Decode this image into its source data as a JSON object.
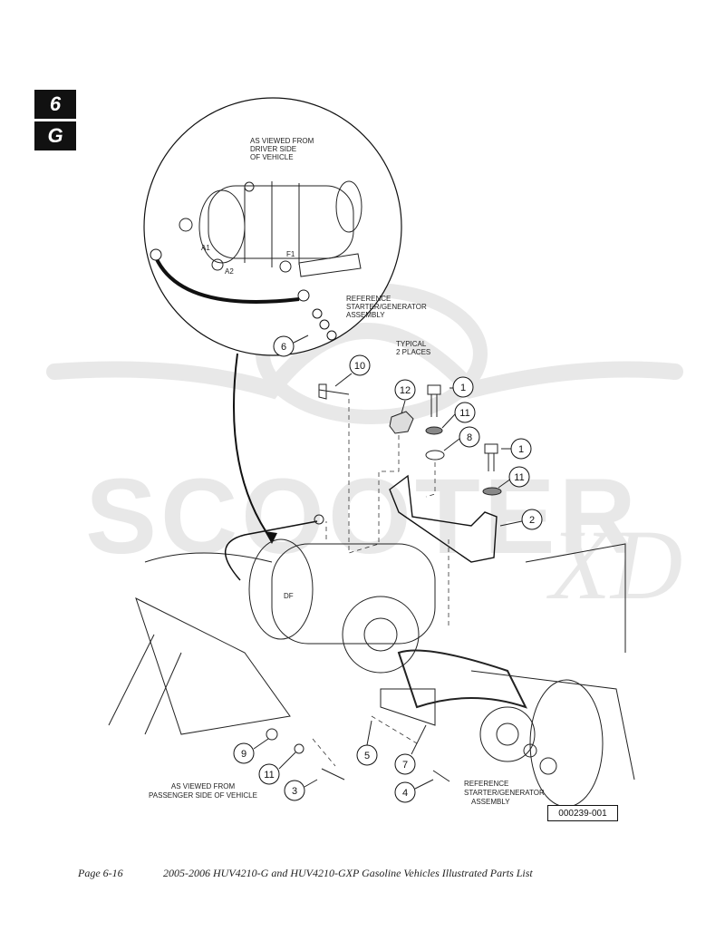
{
  "section_tabs": {
    "number": "6",
    "letter": "G"
  },
  "detail_view": {
    "caption_lines": [
      "AS VIEWED FROM",
      "DRIVER SIDE",
      "OF VEHICLE"
    ],
    "terminals": [
      "A1",
      "A2",
      "F1"
    ],
    "reference_lines": [
      "REFERENCE",
      "STARTER/GENERATOR",
      "ASSEMBLY"
    ]
  },
  "typical_note": [
    "TYPICAL",
    "2 PLACES"
  ],
  "main_view": {
    "terminals": [
      "DF"
    ],
    "caption_lines": [
      "AS VIEWED FROM",
      "PASSENGER SIDE OF VEHICLE"
    ],
    "reference_lines": [
      "REFERENCE",
      "STARTER/GENERATOR",
      "ASSEMBLY"
    ]
  },
  "watermark": {
    "text": "SCOOTER",
    "script": "XD"
  },
  "callouts": [
    "1",
    "1",
    "2",
    "3",
    "4",
    "5",
    "6",
    "7",
    "8",
    "9",
    "10",
    "11",
    "11",
    "11",
    "12"
  ],
  "reference_code": "000239-001",
  "footer": {
    "page": "Page 6-16",
    "title": "2005-2006 HUV4210-G and HUV4210-GXP Gasoline Vehicles Illustrated Parts List"
  }
}
